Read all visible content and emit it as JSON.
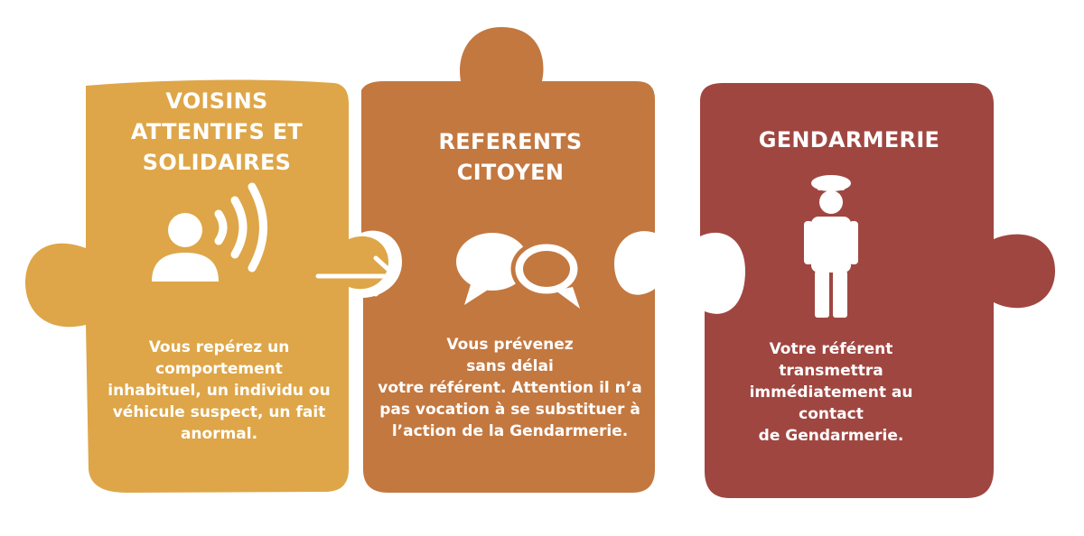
{
  "colors": {
    "piece1": "#DEA648",
    "piece2": "#C37840",
    "piece3": "#A04641",
    "foreground": "#FFFFFF"
  },
  "pieces": [
    {
      "title": [
        "VOISINS",
        "ATTENTIFS ET",
        "SOLIDAIRES"
      ],
      "icon": "person-signal-icon",
      "text": [
        "Vous repérez un",
        "comportement",
        "inhabituel, un individu ou",
        "véhicule suspect, un fait",
        "anormal."
      ]
    },
    {
      "title": [
        "REFERENTS",
        "CITOYEN"
      ],
      "icon": "speech-bubbles-icon",
      "text": [
        "Vous prévenez",
        "sans délai",
        "votre référent. Attention il n’a",
        "pas vocation à se substituer à",
        "l’action de la Gendarmerie."
      ]
    },
    {
      "title": [
        "GENDARMERIE"
      ],
      "icon": "gendarme-icon",
      "text": [
        "Votre référent",
        "transmettra",
        "immédiatement au",
        "contact",
        "de Gendarmerie."
      ]
    }
  ],
  "arrows": [
    "arrow-right-icon",
    "arrow-right-icon"
  ]
}
